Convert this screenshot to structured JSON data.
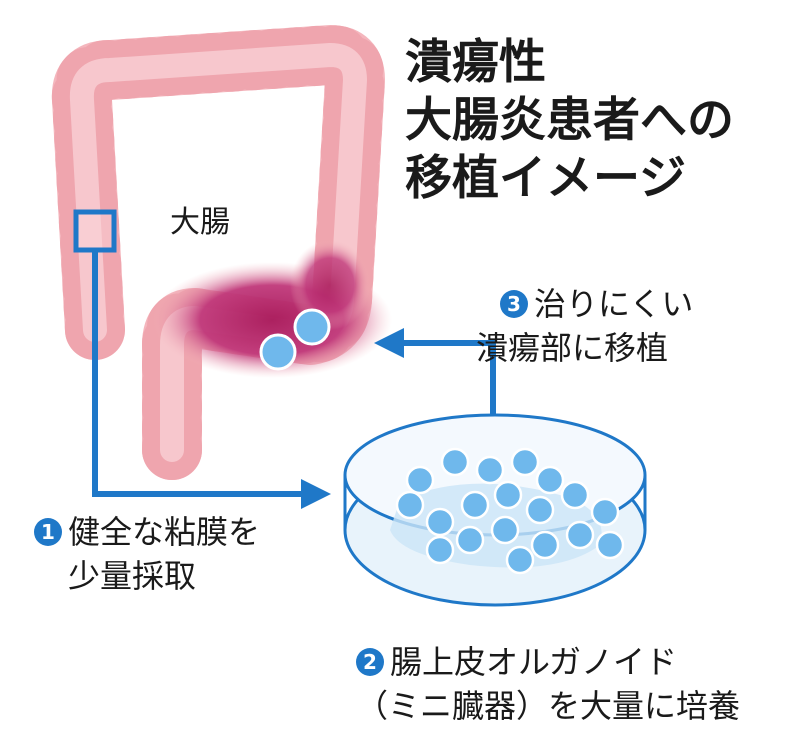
{
  "title": {
    "line1": "潰瘍性",
    "line2": "大腸炎患者への",
    "line3": "移植イメージ"
  },
  "organ_label": "大腸",
  "steps": [
    {
      "number": "1",
      "line1": "健全な粘膜を",
      "line2": "少量採取"
    },
    {
      "number": "2",
      "line1": "腸上皮オルガノイド",
      "line2": "（ミニ臓器）を大量に培養"
    },
    {
      "number": "3",
      "line1": "治りにくい",
      "line2": "潰瘍部に移植"
    }
  ],
  "colors": {
    "colon": "#f4b6bd",
    "ulcer": "#b0205e",
    "arrow": "#1f78c8",
    "organoid": "#6fb8ec",
    "dish": "#e8f3fb"
  },
  "icons": [
    "colon-illustration",
    "petri-dish",
    "organoid-spheres",
    "sample-box",
    "flow-arrow"
  ]
}
